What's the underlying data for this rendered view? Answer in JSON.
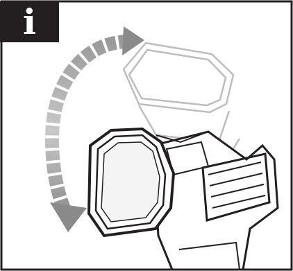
{
  "badge": {
    "label": "i",
    "icon": "info-icon"
  },
  "illustration": {
    "subject": "work-light-head",
    "motion": "rotate-head-up-down",
    "colors": {
      "outline": "#231f20",
      "arrow_light": "#c4c4c4",
      "arrow_dark": "#8a8a8a",
      "ghost": "#bfbfbf"
    }
  }
}
